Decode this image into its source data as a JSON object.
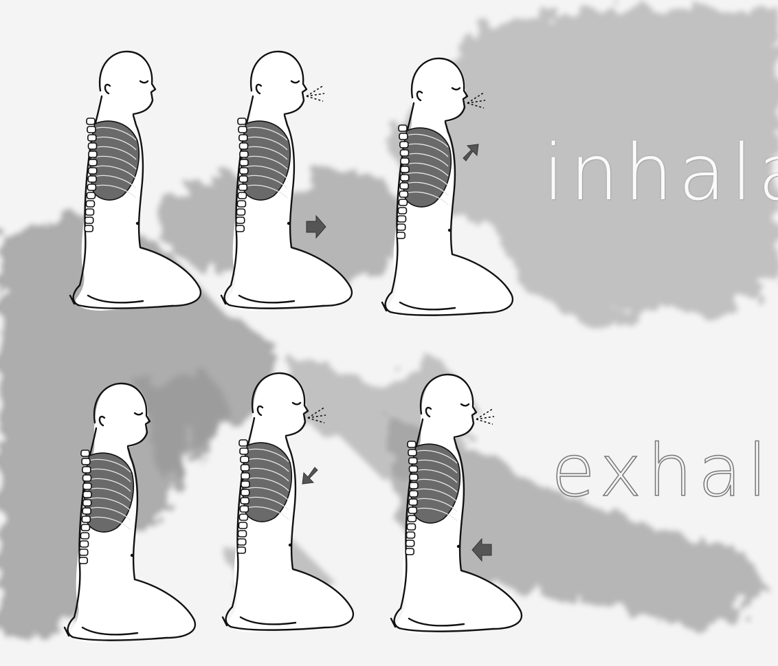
{
  "labels": {
    "inhale": "inhala",
    "exhale": "exhala"
  },
  "figures": [
    {
      "row": "inhale",
      "step": 1,
      "breath": false,
      "belly_arrow": false,
      "chest_arrow": false
    },
    {
      "row": "inhale",
      "step": 2,
      "breath": true,
      "belly_arrow": true,
      "chest_arrow": false
    },
    {
      "row": "inhale",
      "step": 3,
      "breath": true,
      "belly_arrow": false,
      "chest_arrow": true
    },
    {
      "row": "exhale",
      "step": 1,
      "breath": false,
      "belly_arrow": false,
      "chest_arrow": false
    },
    {
      "row": "exhale",
      "step": 2,
      "breath": true,
      "belly_arrow": false,
      "chest_arrow": true
    },
    {
      "row": "exhale",
      "step": 3,
      "breath": true,
      "belly_arrow": true,
      "chest_arrow": false
    }
  ],
  "colors": {
    "background": "#f4f4f4",
    "wash": "#7a7a7a",
    "line": "#111111",
    "lung": "#6a6a6a",
    "arrow": "#555555"
  }
}
